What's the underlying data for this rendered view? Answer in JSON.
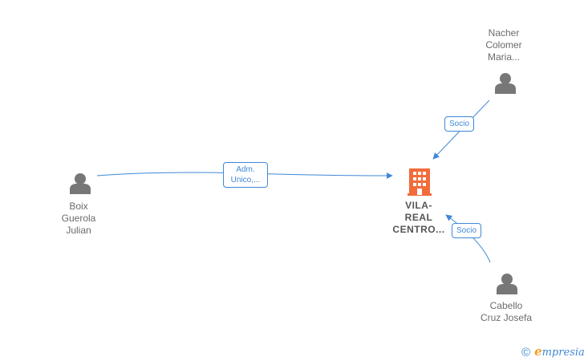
{
  "nodes": {
    "nacher": {
      "line1": "Nacher",
      "line2": "Colomer",
      "line3": "Maria..."
    },
    "boix": {
      "line1": "Boix",
      "line2": "Guerola",
      "line3": "Julian"
    },
    "cabello": {
      "line1": "Cabello",
      "line2": "Cruz Josefa"
    },
    "company": {
      "line1": "VILA-",
      "line2": "REAL",
      "line3": "CENTRO..."
    }
  },
  "edges": {
    "boix_company": {
      "line1": "Adm.",
      "line2": "Unico,..."
    },
    "nacher_company": {
      "label": "Socio"
    },
    "cabello_company": {
      "label": "Socio"
    }
  },
  "colors": {
    "edge": "#3f88d6",
    "person_icon": "#777777",
    "company_icon": "#f26b3a",
    "brand_accent": "#f39c1f"
  },
  "icons": {
    "person": "person-icon",
    "company": "building-icon"
  },
  "brand": {
    "copyright": "©",
    "e": "e",
    "rest": "mpresia"
  }
}
